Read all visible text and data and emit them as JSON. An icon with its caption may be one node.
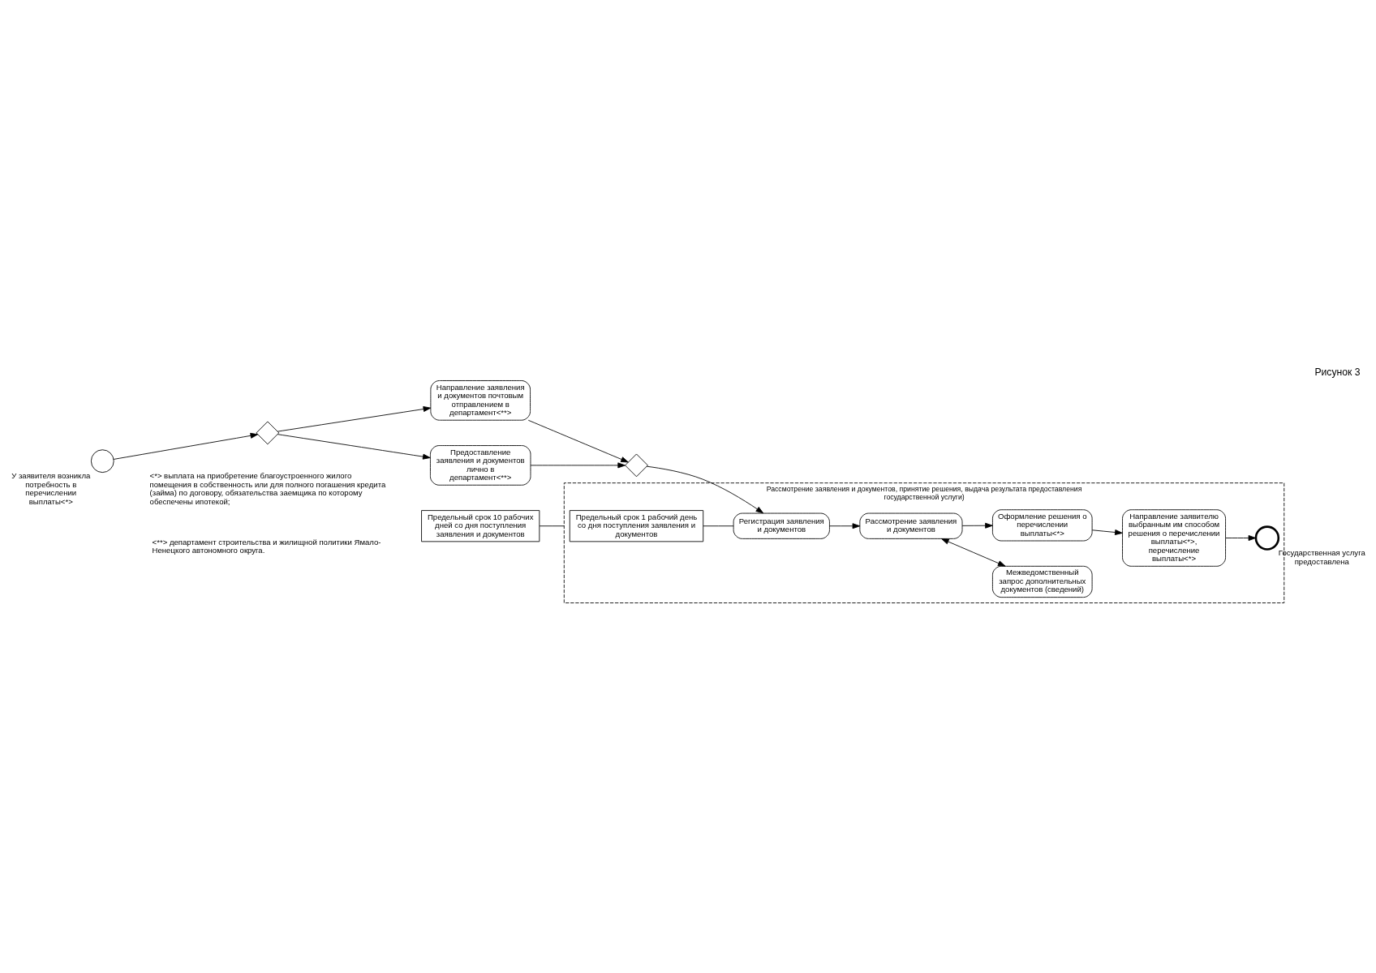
{
  "diagram": {
    "title": "Рисунок 3",
    "nodes": [
      {
        "text": [],
        "shape": "circle",
        "beside": [
          "У заявителя возникла потребность в перечислении выплаты<*>"
        ]
      },
      {
        "text": [],
        "shape": "diamond"
      },
      {
        "text": [
          "Направление заявления и документов почтовым отправлением в департамент<**>"
        ]
      },
      {
        "text": [
          "Предоставление заявления и документов лично в департамент<**>"
        ]
      },
      {
        "text": [],
        "shape": "diamond"
      },
      {
        "text": [
          "Рассмотрение заявления и документов, принятие решения, выдача результата предоставления государственной услуги)"
        ]
      },
      {
        "text": [
          "Предельный срок 1 рабочий день со дня поступления заявления и документов"
        ],
        "in": 5
      },
      {
        "text": [
          "Регистрация заявления и документов"
        ],
        "in": 5
      },
      {
        "text": [
          "Рассмотрение заявления и документов"
        ],
        "in": 5
      },
      {
        "text": [
          "Межведомственный запрос дополнительных документов (сведений)"
        ],
        "in": 5
      },
      {
        "text": [
          "Оформление решения о перечислении выплаты<*>"
        ],
        "in": 5
      },
      {
        "text": [
          "Направление заявителю выбранным им способом решения о перечислении выплаты<*>, перечисление выплаты<*>"
        ],
        "in": 5
      },
      {
        "text": [],
        "shape": "circle",
        "in": 5,
        "beside": [
          "Государственная услуга предоставлена"
        ]
      },
      {
        "text": [
          "Предельный срок 10 рабочих дней со дня поступления заявления и документов"
        ]
      }
    ],
    "edges": [
      {
        "from": 0,
        "to": 1,
        "arrow": "to"
      },
      {
        "from": 1,
        "to": 2,
        "arrow": "to"
      },
      {
        "from": 1,
        "to": 3,
        "arrow": "to"
      },
      {
        "from": 2,
        "to": 4,
        "arrow": "to"
      },
      {
        "from": 3,
        "to": 4,
        "arrow": "to"
      },
      {
        "from": 4,
        "to": 7,
        "arrow": "to"
      },
      {
        "from": 7,
        "to": 8,
        "arrow": "to"
      },
      {
        "from": 8,
        "to": 9,
        "arrow": "both"
      },
      {
        "from": 8,
        "to": 10,
        "arrow": "to"
      },
      {
        "from": 10,
        "to": 11,
        "arrow": "to"
      },
      {
        "from": 11,
        "to": 12,
        "arrow": "to"
      },
      {
        "from": 6,
        "to": 7,
        "arrow": "none"
      },
      {
        "from": 13,
        "to": 5,
        "arrow": "none"
      }
    ],
    "labels": [
      "<*> выплата на приобретение благоустроенного жилого помещения в собственность или для полного погашения кредита (займа) по договору, обязательства заемщика по которому обеспечены ипотекой;",
      "<**> департамент строительства и жилищной политики Ямало-Ненецкого автономного округа."
    ]
  }
}
